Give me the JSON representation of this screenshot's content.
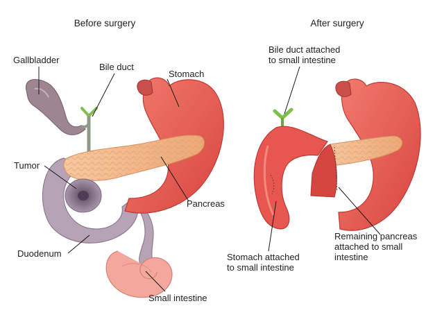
{
  "panels": {
    "before": {
      "title": "Before surgery",
      "labels": {
        "gallbladder": "Gallbladder",
        "bile_duct": "Bile duct",
        "stomach": "Stomach",
        "tumor": "Tumor",
        "pancreas": "Pancreas",
        "duodenum": "Duodenum",
        "small_intestine": "Small intestine"
      }
    },
    "after": {
      "title": "After surgery",
      "labels": {
        "bile_duct_line1": "Bile duct attached",
        "bile_duct_line2": "to small intestine",
        "stomach_line1": "Stomach attached",
        "stomach_line2": "to small intestine",
        "pancreas_line1": "Remaining pancreas",
        "pancreas_line2": "attached to small",
        "pancreas_line3": "intestine"
      }
    }
  },
  "colors": {
    "stomach": "#e8574f",
    "stomach_dark": "#c83a35",
    "pancreas": "#f2b68a",
    "gallbladder": "#9e8592",
    "duodenum": "#b7a3b6",
    "small_intestine": "#f4a79c",
    "bile_duct": "#7fbf4e",
    "tumor": "#6e5a70"
  }
}
